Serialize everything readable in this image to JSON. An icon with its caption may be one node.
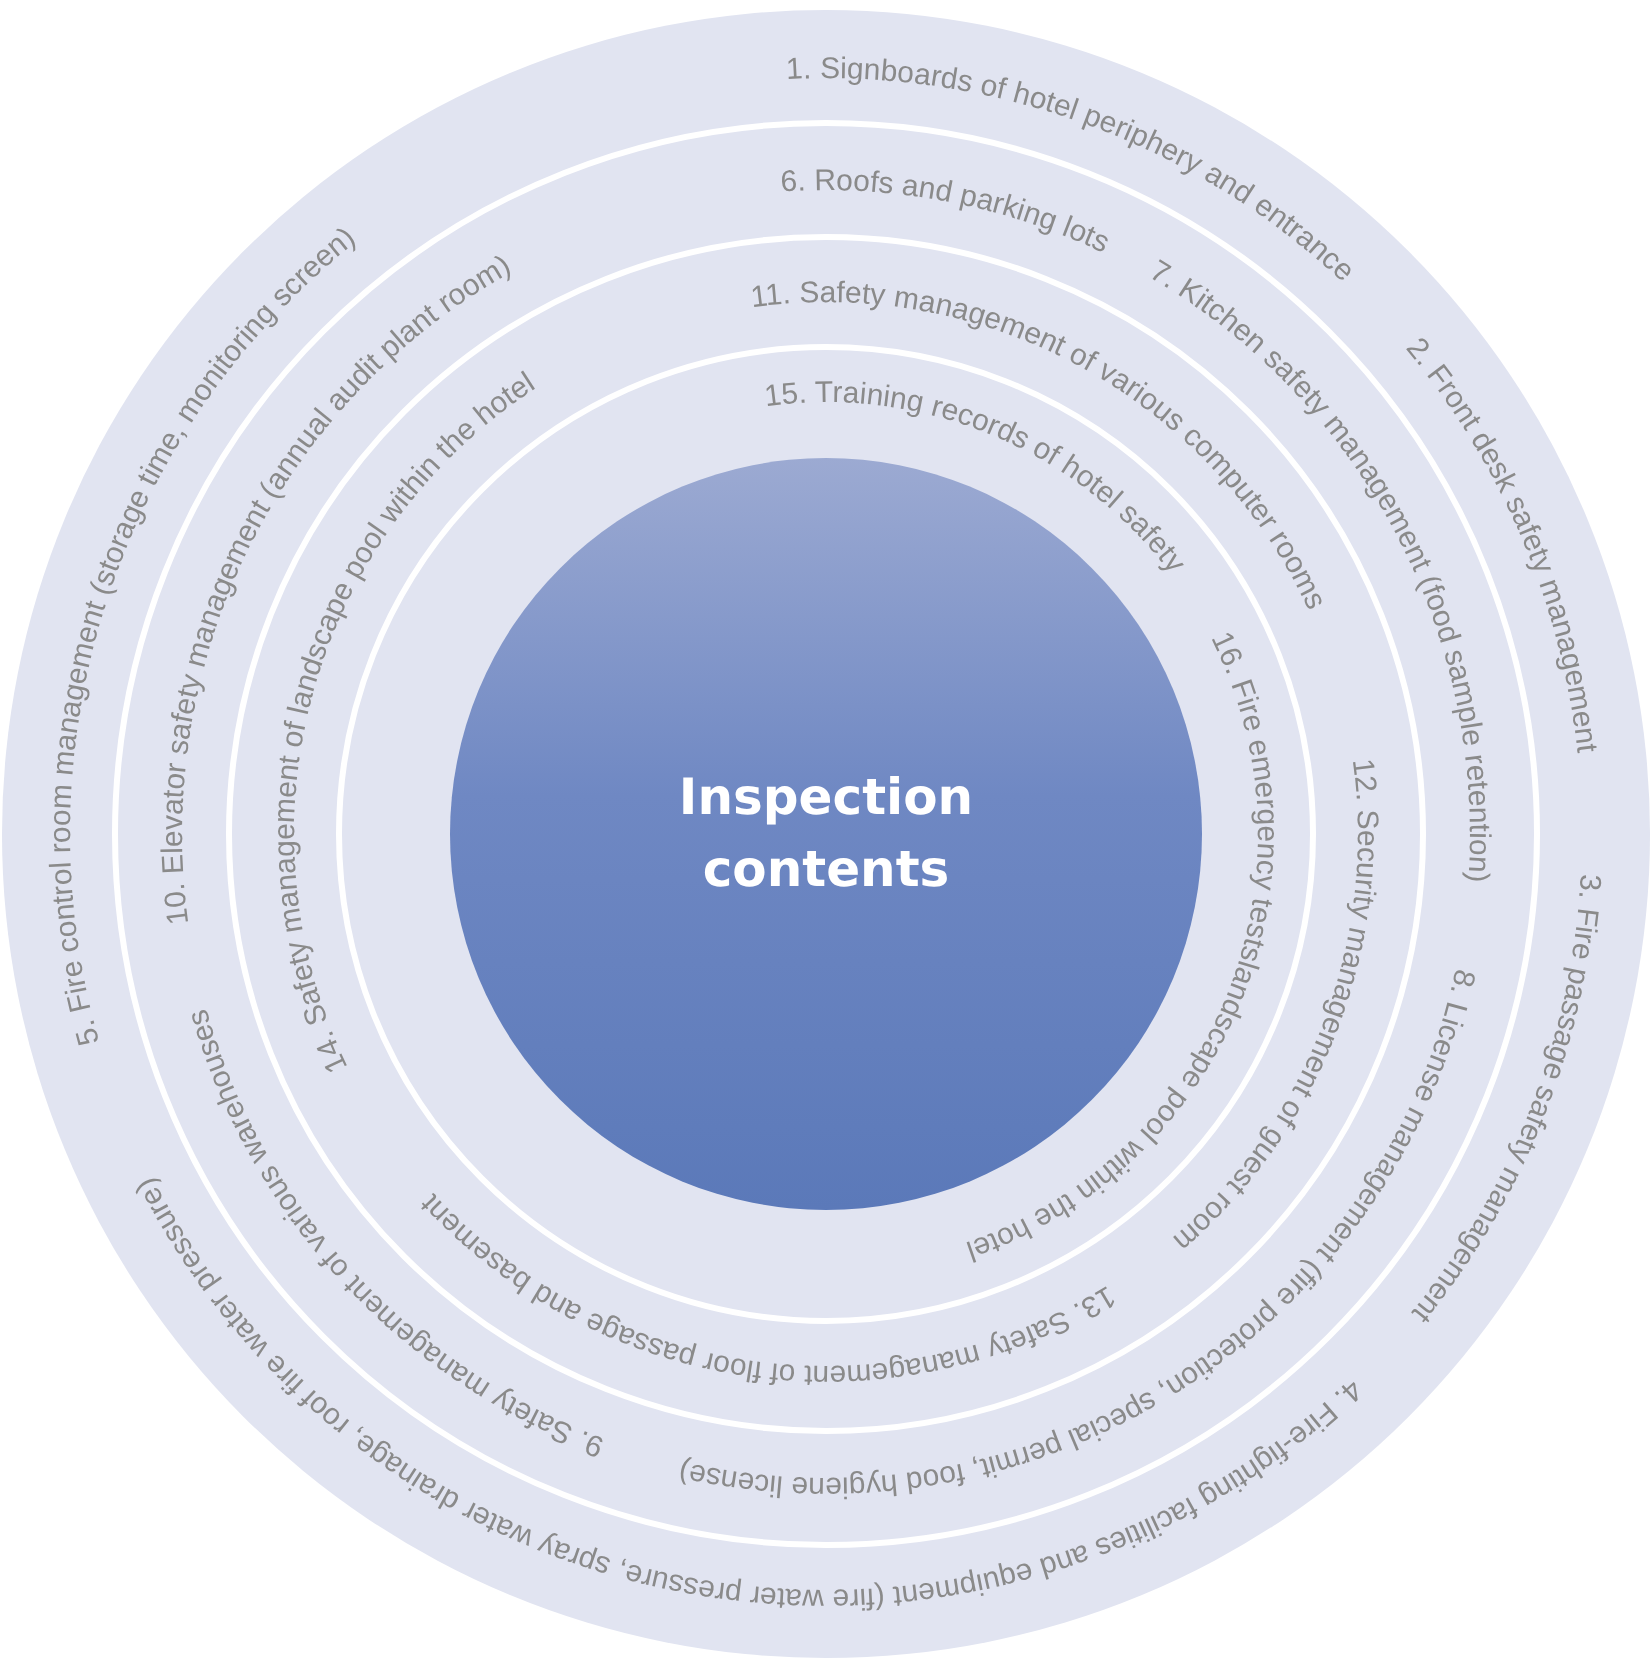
{
  "diagram": {
    "nodes": [
      {
        "text": [
          "Inspection contents"
        ]
      }
    ],
    "labels": [
      "1. Signboards of hotel periphery and entrance",
      "2. Front desk safety management",
      "3. Fire passage safety management",
      "4. Fire-fighting facilities and equipment (fire water pressure, spray water drainage, roof fire water pressure)",
      "5. Fire control room management (storage time, monitoring screen)",
      "6. Roofs and parking lots",
      "7. Kitchen safety management (food sample retention)",
      "8. License management (fire protection, special permit, food hygiene license)",
      "9. Safety management of various warehouses",
      "10. Elevator safety management (annual audit plant room)",
      "11. Safety management of various computer rooms",
      "12. Security management of guest room",
      "13. Safety management of floor passage and basement",
      "14. Safety management of landscape pool within the hotel",
      "15. Training records of hotel safety",
      "16. Fire emergency testslandscape pool within the hotel"
    ]
  }
}
